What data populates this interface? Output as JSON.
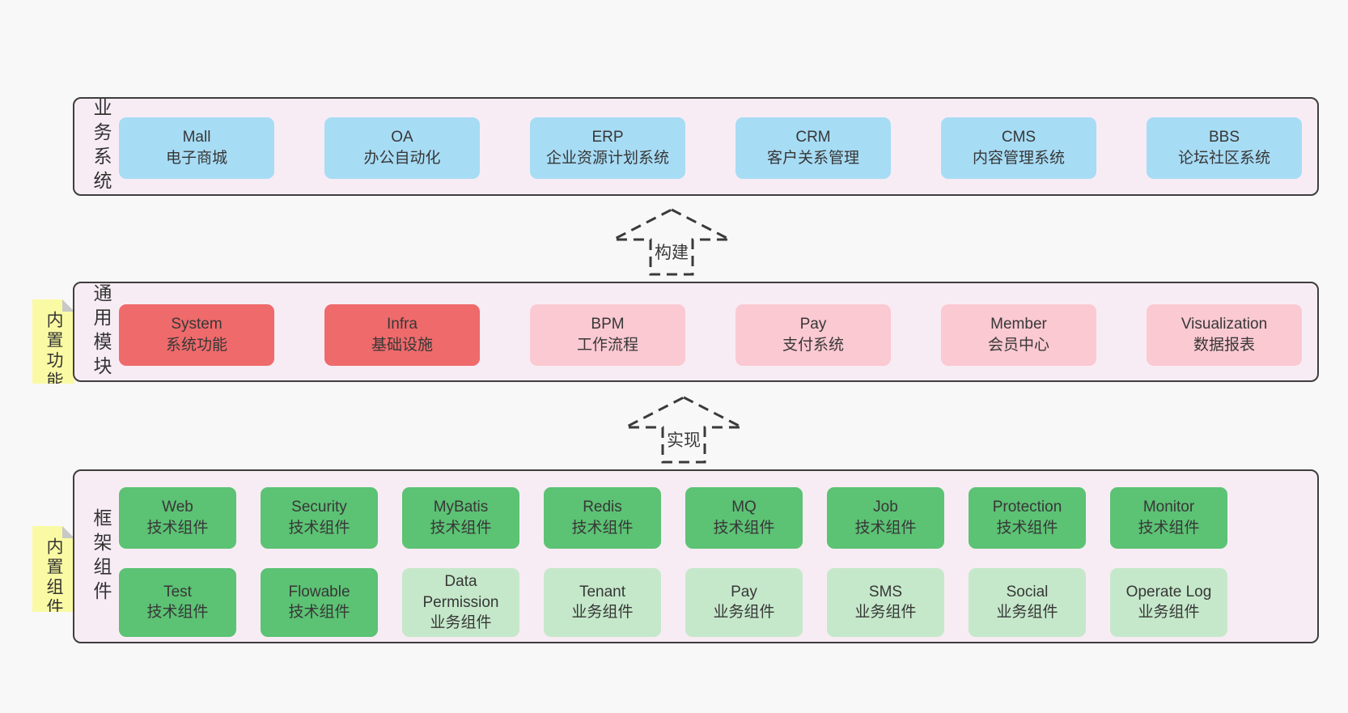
{
  "colors": {
    "page_bg": "#f8f8f8",
    "layer_bg": "#f7ecf4",
    "border": "#3e3e3e",
    "blue": "#a7dcf5",
    "red": "#ef6a6b",
    "pink": "#fbc9d2",
    "green": "#5cc274",
    "lightgreen": "#c5e8ca",
    "note": "#fafaa4",
    "fold": "#c8c8c8",
    "text": "#333333"
  },
  "arrows": [
    {
      "id": "build",
      "label": "构建"
    },
    {
      "id": "implement",
      "label": "实现"
    }
  ],
  "layers": [
    {
      "id": "business",
      "label": "业务系统",
      "tag": null,
      "rows": [
        [
          {
            "en": "Mall",
            "zh": "电子商城",
            "type": "blue"
          },
          {
            "en": "OA",
            "zh": "办公自动化",
            "type": "blue"
          },
          {
            "en": "ERP",
            "zh": "企业资源计划系统",
            "type": "blue"
          },
          {
            "en": "CRM",
            "zh": "客户关系管理",
            "type": "blue"
          },
          {
            "en": "CMS",
            "zh": "内容管理系统",
            "type": "blue"
          },
          {
            "en": "BBS",
            "zh": "论坛社区系统",
            "type": "blue"
          }
        ]
      ]
    },
    {
      "id": "modules",
      "label": "通用模块",
      "tag": "内置功能",
      "rows": [
        [
          {
            "en": "System",
            "zh": "系统功能",
            "type": "red"
          },
          {
            "en": "Infra",
            "zh": "基础设施",
            "type": "red"
          },
          {
            "en": "BPM",
            "zh": "工作流程",
            "type": "pink"
          },
          {
            "en": "Pay",
            "zh": "支付系统",
            "type": "pink"
          },
          {
            "en": "Member",
            "zh": "会员中心",
            "type": "pink"
          },
          {
            "en": "Visualization",
            "zh": "数据报表",
            "type": "pink"
          }
        ]
      ]
    },
    {
      "id": "components",
      "label": "框架组件",
      "tag": "内置组件",
      "rows": [
        [
          {
            "en": "Web",
            "zh": "技术组件",
            "type": "green"
          },
          {
            "en": "Security",
            "zh": "技术组件",
            "type": "green"
          },
          {
            "en": "MyBatis",
            "zh": "技术组件",
            "type": "green"
          },
          {
            "en": "Redis",
            "zh": "技术组件",
            "type": "green"
          },
          {
            "en": "MQ",
            "zh": "技术组件",
            "type": "green"
          },
          {
            "en": "Job",
            "zh": "技术组件",
            "type": "green"
          },
          {
            "en": "Protection",
            "zh": "技术组件",
            "type": "green"
          },
          {
            "en": "Monitor",
            "zh": "技术组件",
            "type": "green"
          }
        ],
        [
          {
            "en": "Test",
            "zh": "技术组件",
            "type": "green"
          },
          {
            "en": "Flowable",
            "zh": "技术组件",
            "type": "green"
          },
          {
            "en": "Data Permission",
            "zh": "业务组件",
            "type": "lightgreen"
          },
          {
            "en": "Tenant",
            "zh": "业务组件",
            "type": "lightgreen"
          },
          {
            "en": "Pay",
            "zh": "业务组件",
            "type": "lightgreen"
          },
          {
            "en": "SMS",
            "zh": "业务组件",
            "type": "lightgreen"
          },
          {
            "en": "Social",
            "zh": "业务组件",
            "type": "lightgreen"
          },
          {
            "en": "Operate Log",
            "zh": "业务组件",
            "type": "lightgreen"
          }
        ]
      ]
    }
  ]
}
